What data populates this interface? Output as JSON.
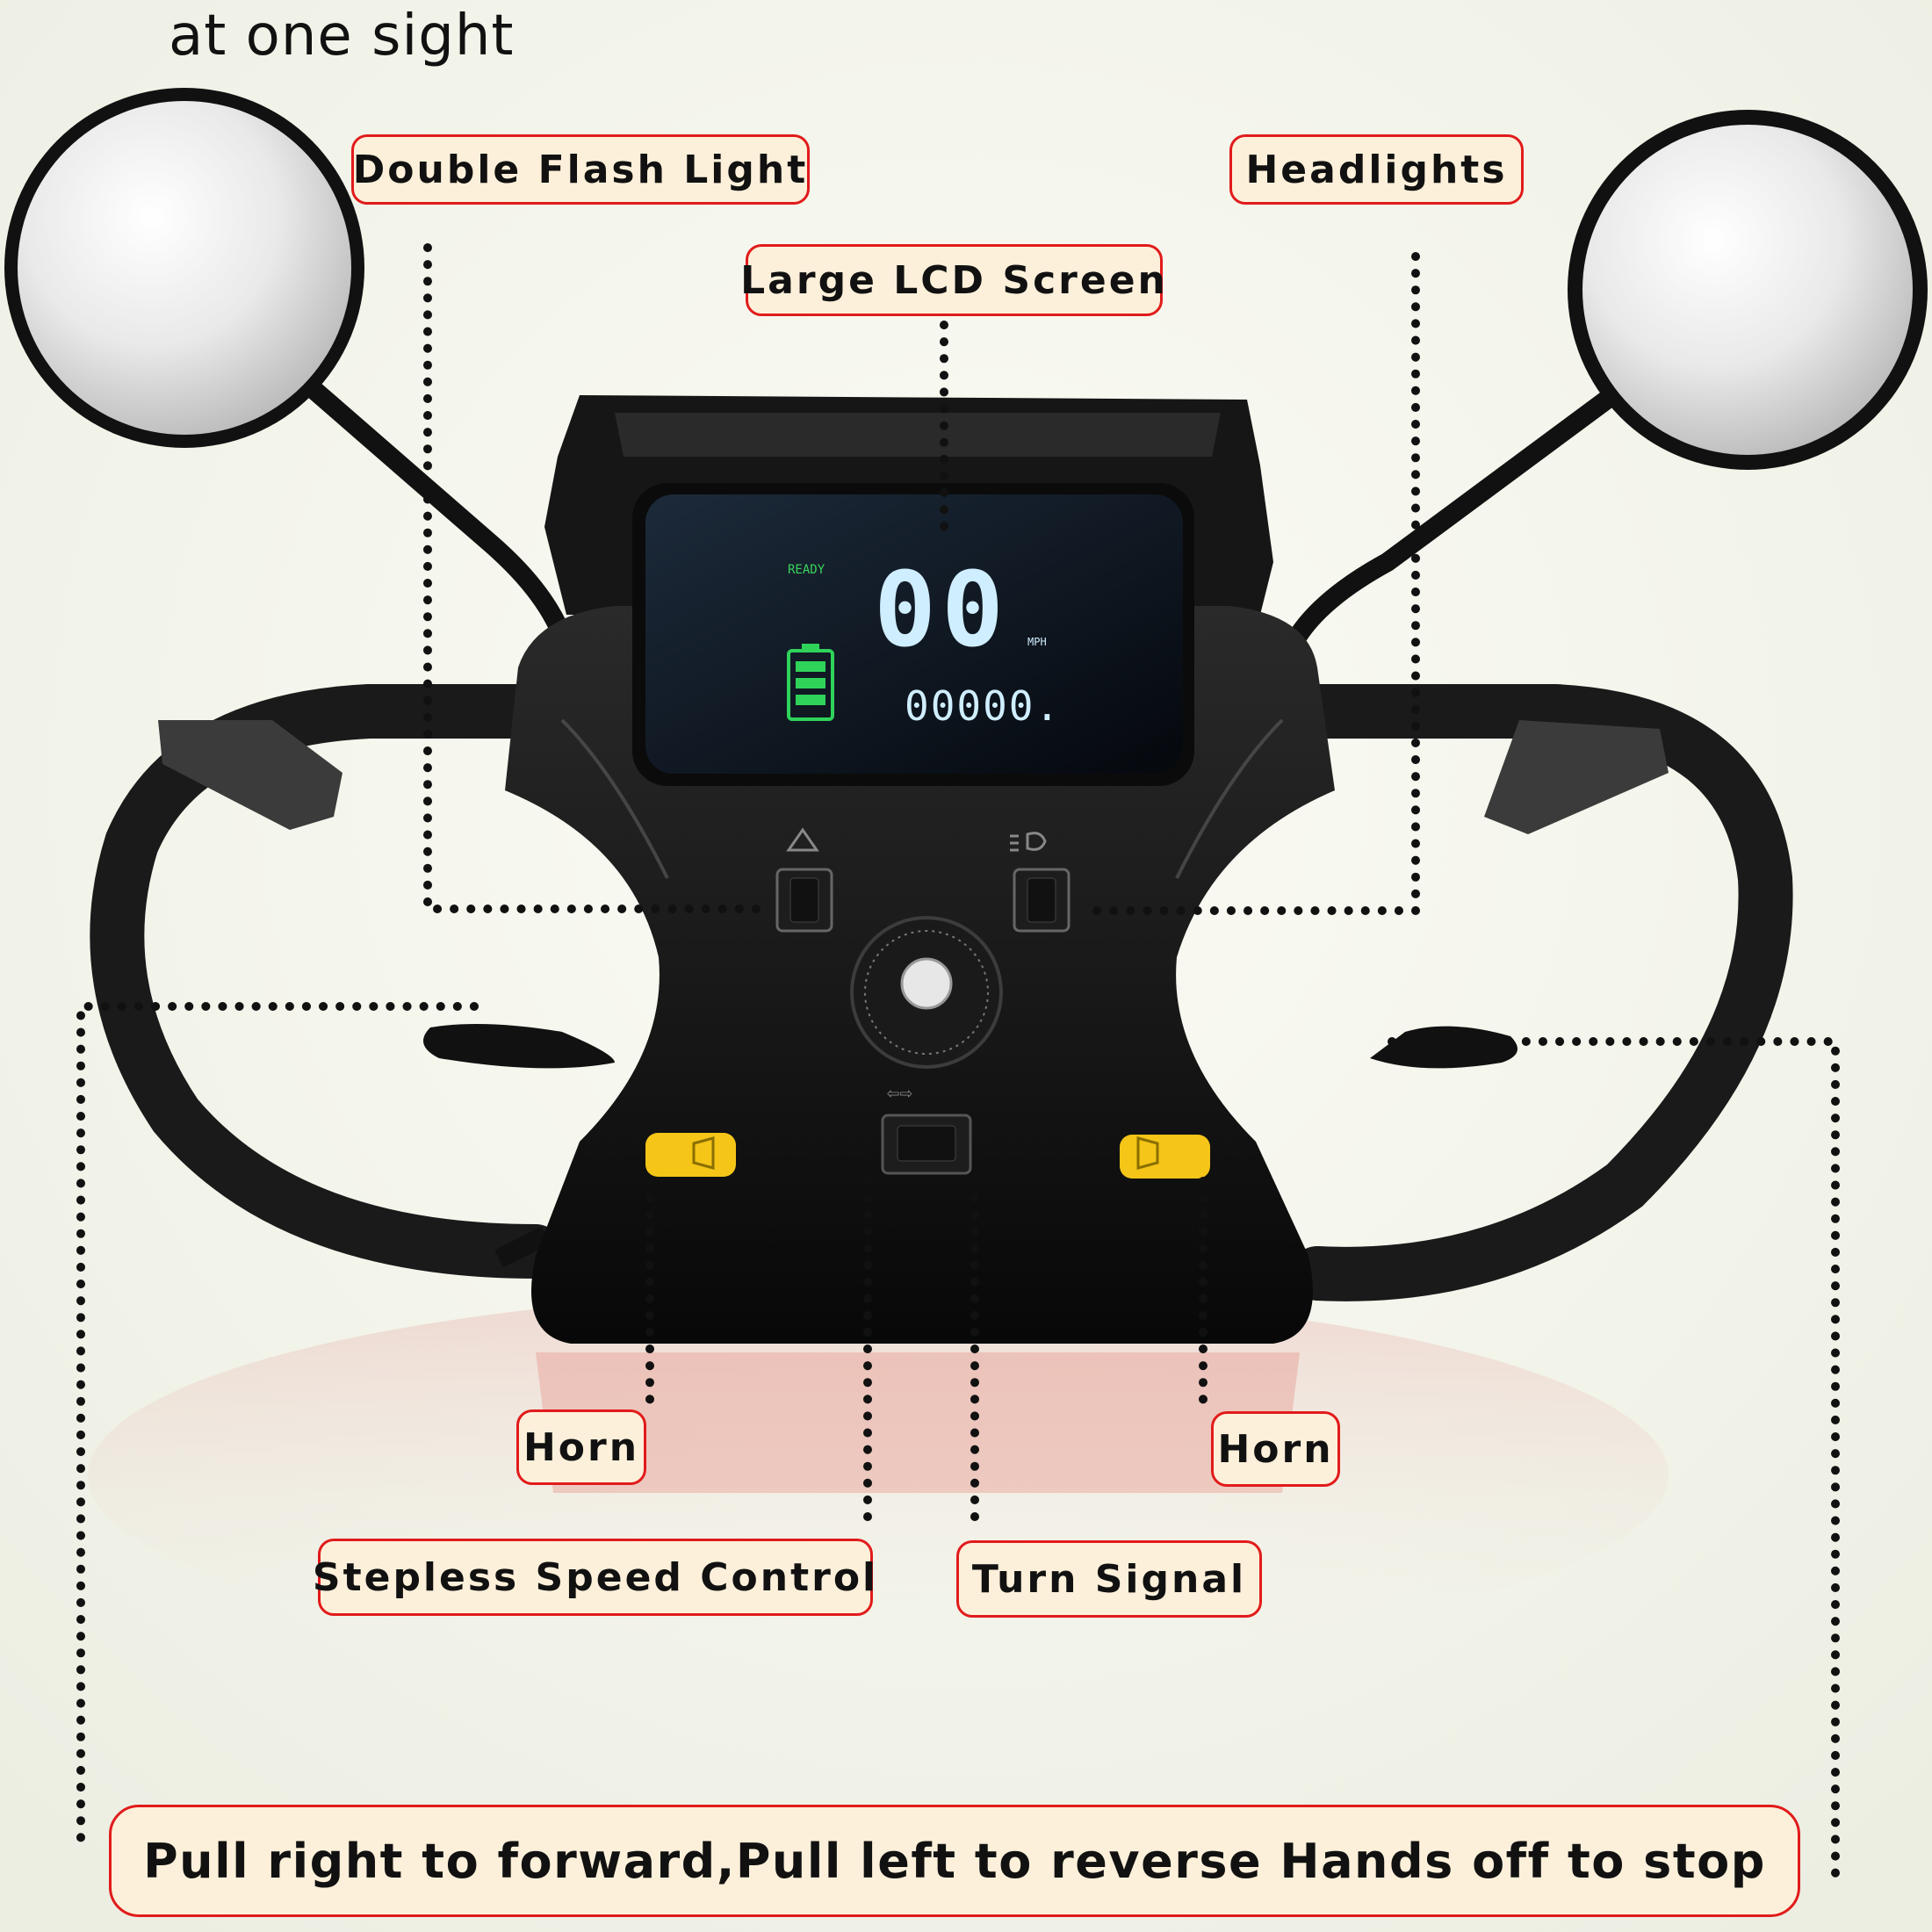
{
  "heading": "at one sight",
  "lcd": {
    "speed": "00",
    "unit": "MPH",
    "odometer": "00000.",
    "ready": "READY"
  },
  "callouts": {
    "double_flash_light": "Double Flash Light",
    "headlights": "Headlights",
    "large_lcd_screen": "Large LCD Screen",
    "horn_left": "Horn",
    "horn_right": "Horn",
    "stepless_speed_control": "Stepless Speed Control",
    "turn_signal": "Turn Signal"
  },
  "banner": "Pull right to forward,Pull left to reverse Hands off to stop",
  "colors": {
    "callout_border": "#e11b1b",
    "callout_fill": "#fdf0da",
    "lcd_digits": "#cfeeff",
    "battery": "#2fd35a",
    "horn_button": "#f5c518"
  },
  "icons": [
    "hazard-icon",
    "headlight-icon",
    "horn-icon",
    "turn-signal-icon",
    "battery-icon"
  ]
}
